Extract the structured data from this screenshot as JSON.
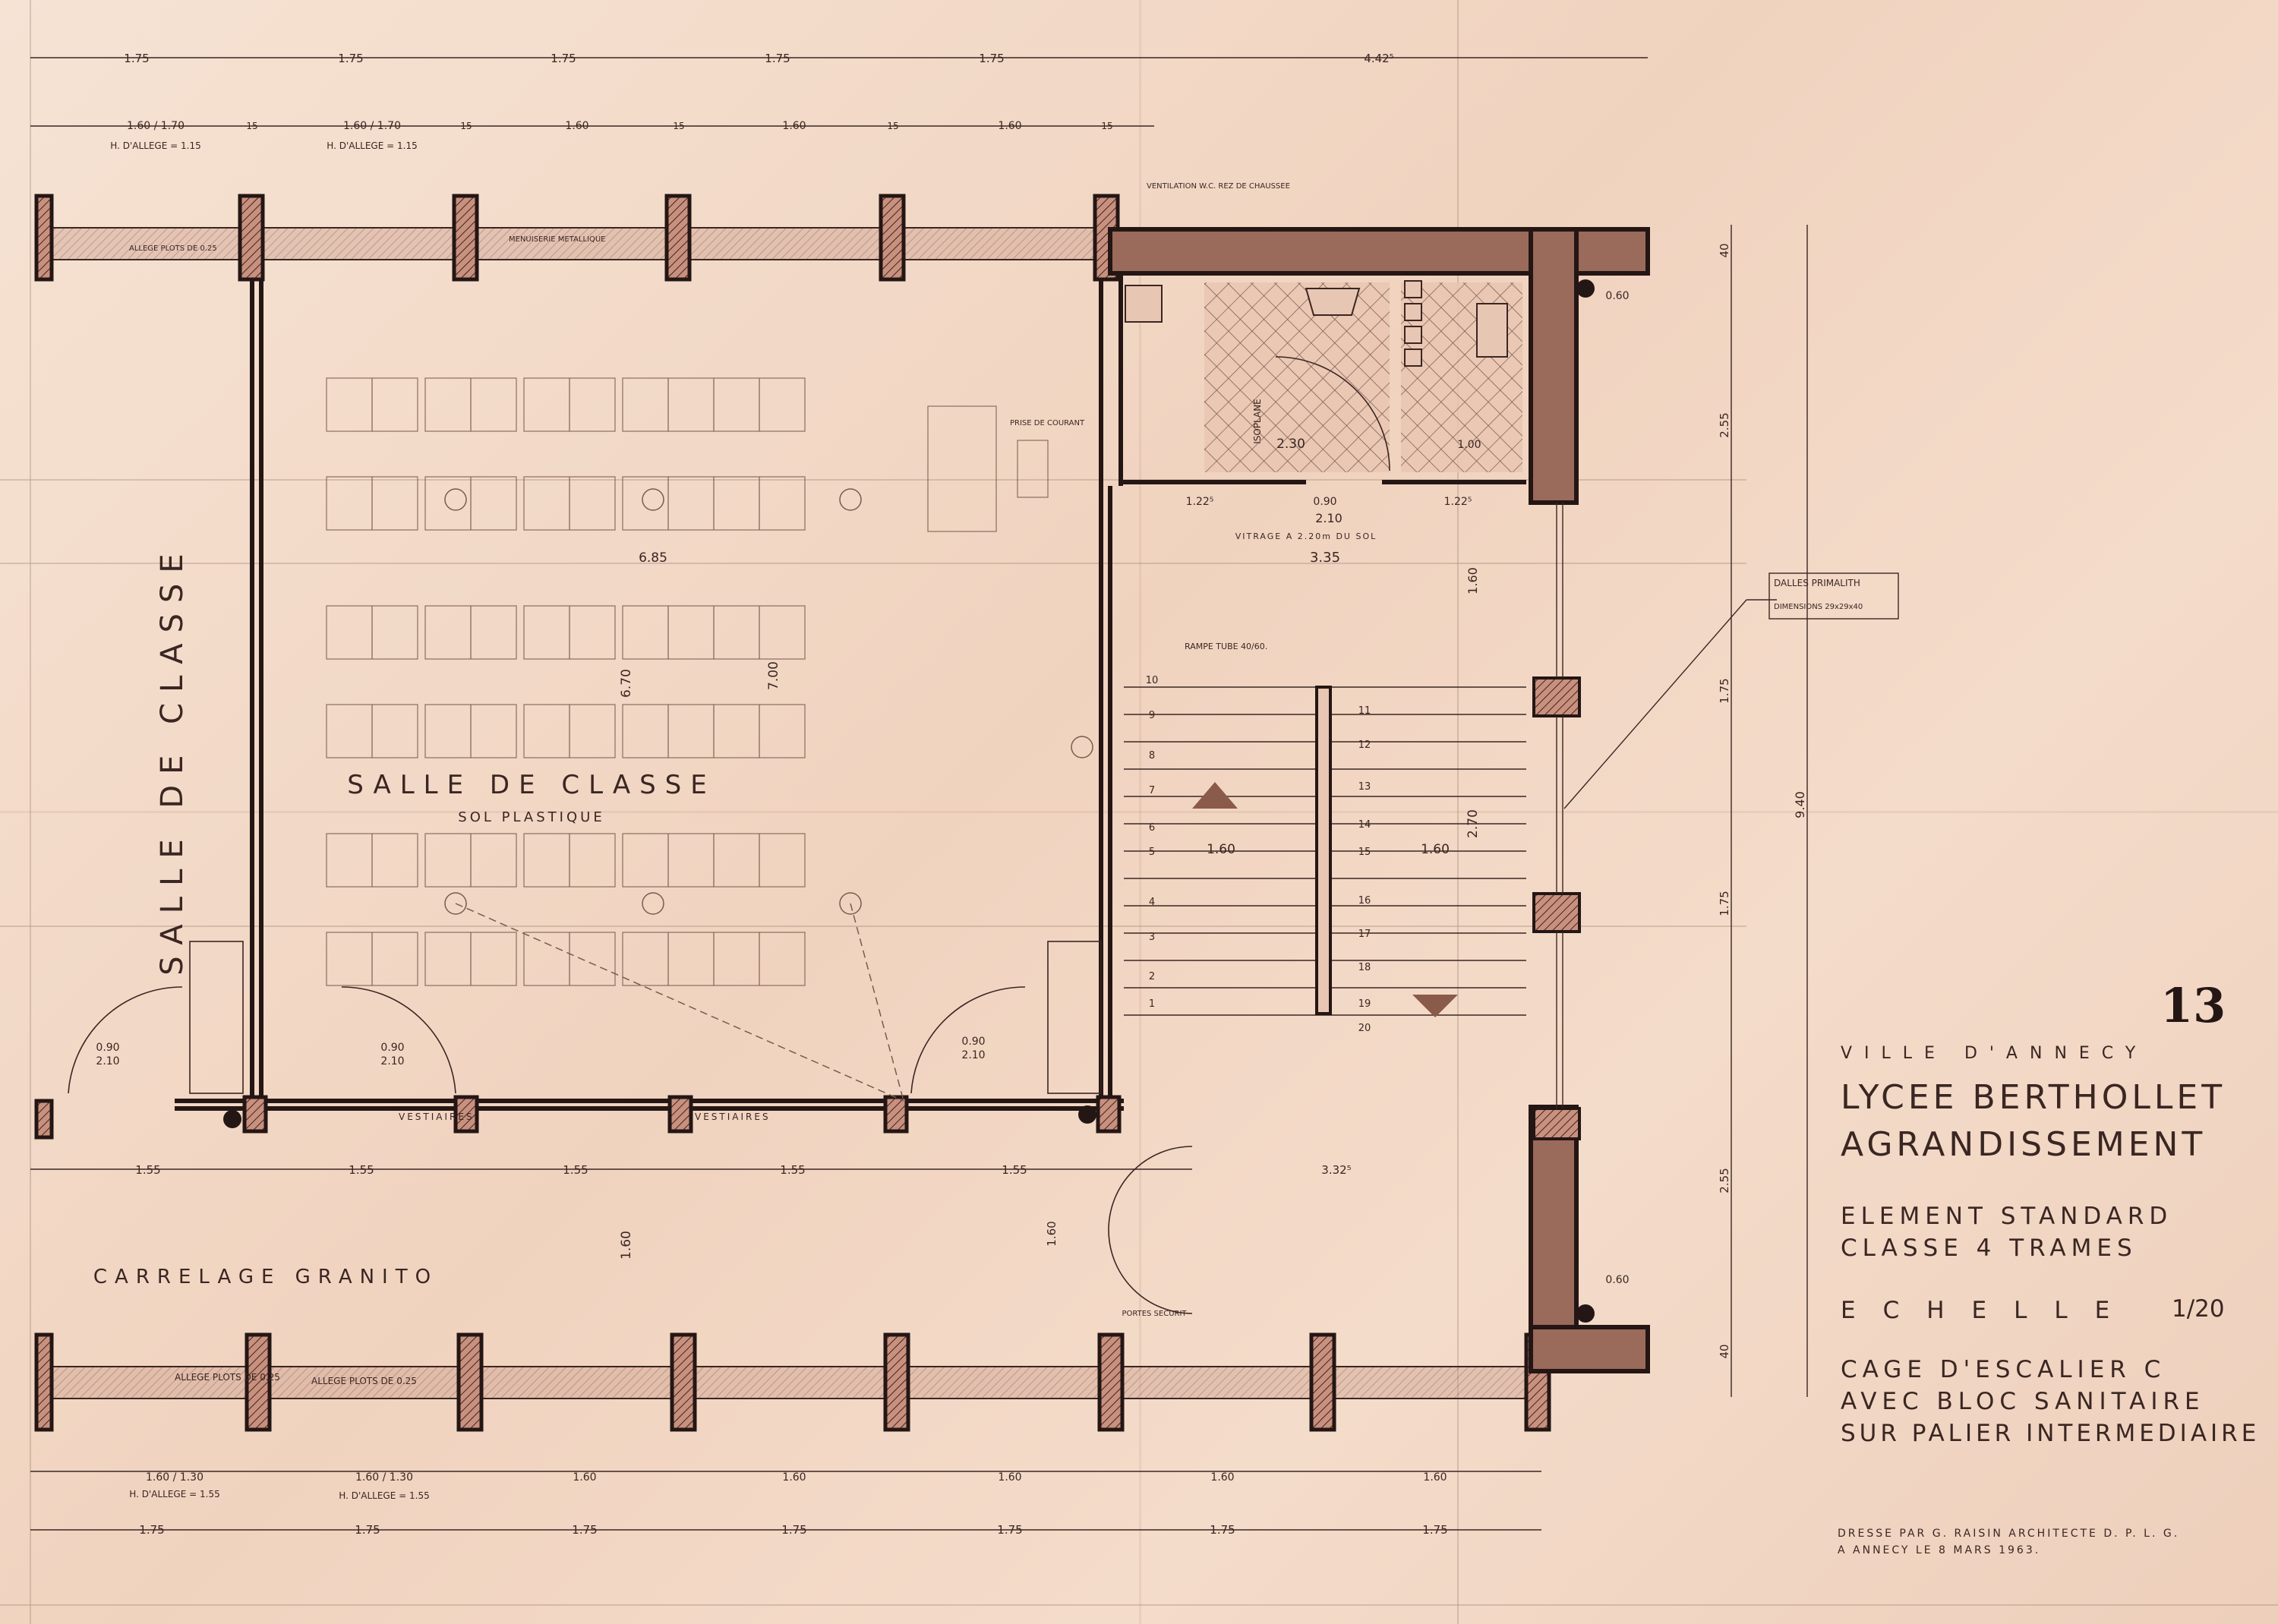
{
  "title_block": {
    "plate_number": "13",
    "city": "VILLE D'ANNECY",
    "project_line1": "LYCEE BERTHOLLET",
    "project_line2": "AGRANDISSEMENT",
    "element_line1": "ELEMENT STANDARD",
    "element_line2": "CLASSE 4 TRAMES",
    "scale_word": "ECHELLE",
    "scale_value": "1/20",
    "stair_line1": "CAGE D'ESCALIER C",
    "stair_line2": "AVEC BLOC SANITAIRE",
    "stair_line3": "SUR PALIER INTERMEDIAIRE",
    "drawn_by": "DRESSE PAR G. RAISIN ARCHITECTE D. P. L. G.",
    "drawn_place_date": "A ANNECY LE 8 MARS 1963."
  },
  "rooms": {
    "classroom_left": "SALLE DE CLASSE",
    "classroom_main": "SALLE DE CLASSE",
    "classroom_floor": "SOL PLASTIQUE",
    "corridor_floor": "CARRELAGE GRANITO"
  },
  "annotations": {
    "allege_top": "ALLEGE PLOTS DE 0.25",
    "menuiseries": "MENUISERIE METALLIQUE",
    "ventilation": "VENTILATION W.C. REZ DE CHAUSSEE",
    "prise_courant": "PRISE DE COURANT",
    "isoplane": "ISOPLANE",
    "vitrage": "VITRAGE A 2.20m DU SOL",
    "rampe": "RAMPE TUBE 40/60.",
    "dalles_1": "DALLES PRIMALITH",
    "dalles_2": "DIMENSIONS 29x29x40",
    "vestiaires": "VESTIAIRES",
    "portes_securit": "PORTES SECURIT",
    "allege_bottom": "ALLEGE PLOTS DE 0.25",
    "h_allege_top": "H. D'ALLEGE = 1.15",
    "h_allege_bottom": "H. D'ALLEGE = 1.55"
  },
  "dimensions": {
    "top_bays": [
      "1.75",
      "1.75",
      "1.75",
      "1.75",
      "1.75",
      "4.42⁵"
    ],
    "top_windows": [
      "1.60 / 1.70",
      "1.60 / 1.70",
      "1.60",
      "1.60",
      "1.60"
    ],
    "piers": [
      "15",
      "15",
      "15",
      "15",
      "15"
    ],
    "mid_bays": [
      "1.55",
      "1.55",
      "1.55",
      "1.55",
      "1.55",
      "3.32⁵"
    ],
    "bottom_windows": [
      "1.60 / 1.30",
      "1.60 / 1.30",
      "1.60",
      "1.60",
      "1.60",
      "1.60",
      "1.60"
    ],
    "bottom_bays": [
      "1.75",
      "1.75",
      "1.75",
      "1.75",
      "1.75",
      "1.75",
      "1.75"
    ],
    "room_width": "6.85",
    "room_depth": "6.70",
    "room_depth2": "7.00",
    "stair_width": "3.35",
    "landing_total": "2.10",
    "landing_door": "0.90",
    "landing_side_l": "1.22⁵",
    "landing_side_r": "1.22⁵",
    "wc_width": "2.30",
    "wc_small": "1.00",
    "flight_width_l": "1.60",
    "flight_width_r": "1.60",
    "flight_length": "2.70",
    "landing_depth": "1.60",
    "right_heights": [
      "40",
      "2.55",
      "1.75",
      "1.75",
      "2.55",
      "40"
    ],
    "total_height": "9.40",
    "col_offset": "0.60",
    "corridor_depth": "1.60",
    "door_left": "0.90",
    "door_left_h": "2.10",
    "door_mid": "0.90",
    "door_mid_h": "2.10",
    "door_right": "0.90",
    "door_right_h": "2.10",
    "door_security": "1.60"
  },
  "stairs": {
    "steps_left": [
      "10",
      "9",
      "8",
      "7",
      "6",
      "5",
      "4",
      "3",
      "2",
      "1"
    ],
    "steps_right": [
      "11",
      "12",
      "13",
      "14",
      "15",
      "16",
      "17",
      "18",
      "19",
      "20"
    ]
  },
  "colors": {
    "paper": "#f2d9c8",
    "ink": "#3a2622",
    "faint": "#8a6a5e"
  }
}
